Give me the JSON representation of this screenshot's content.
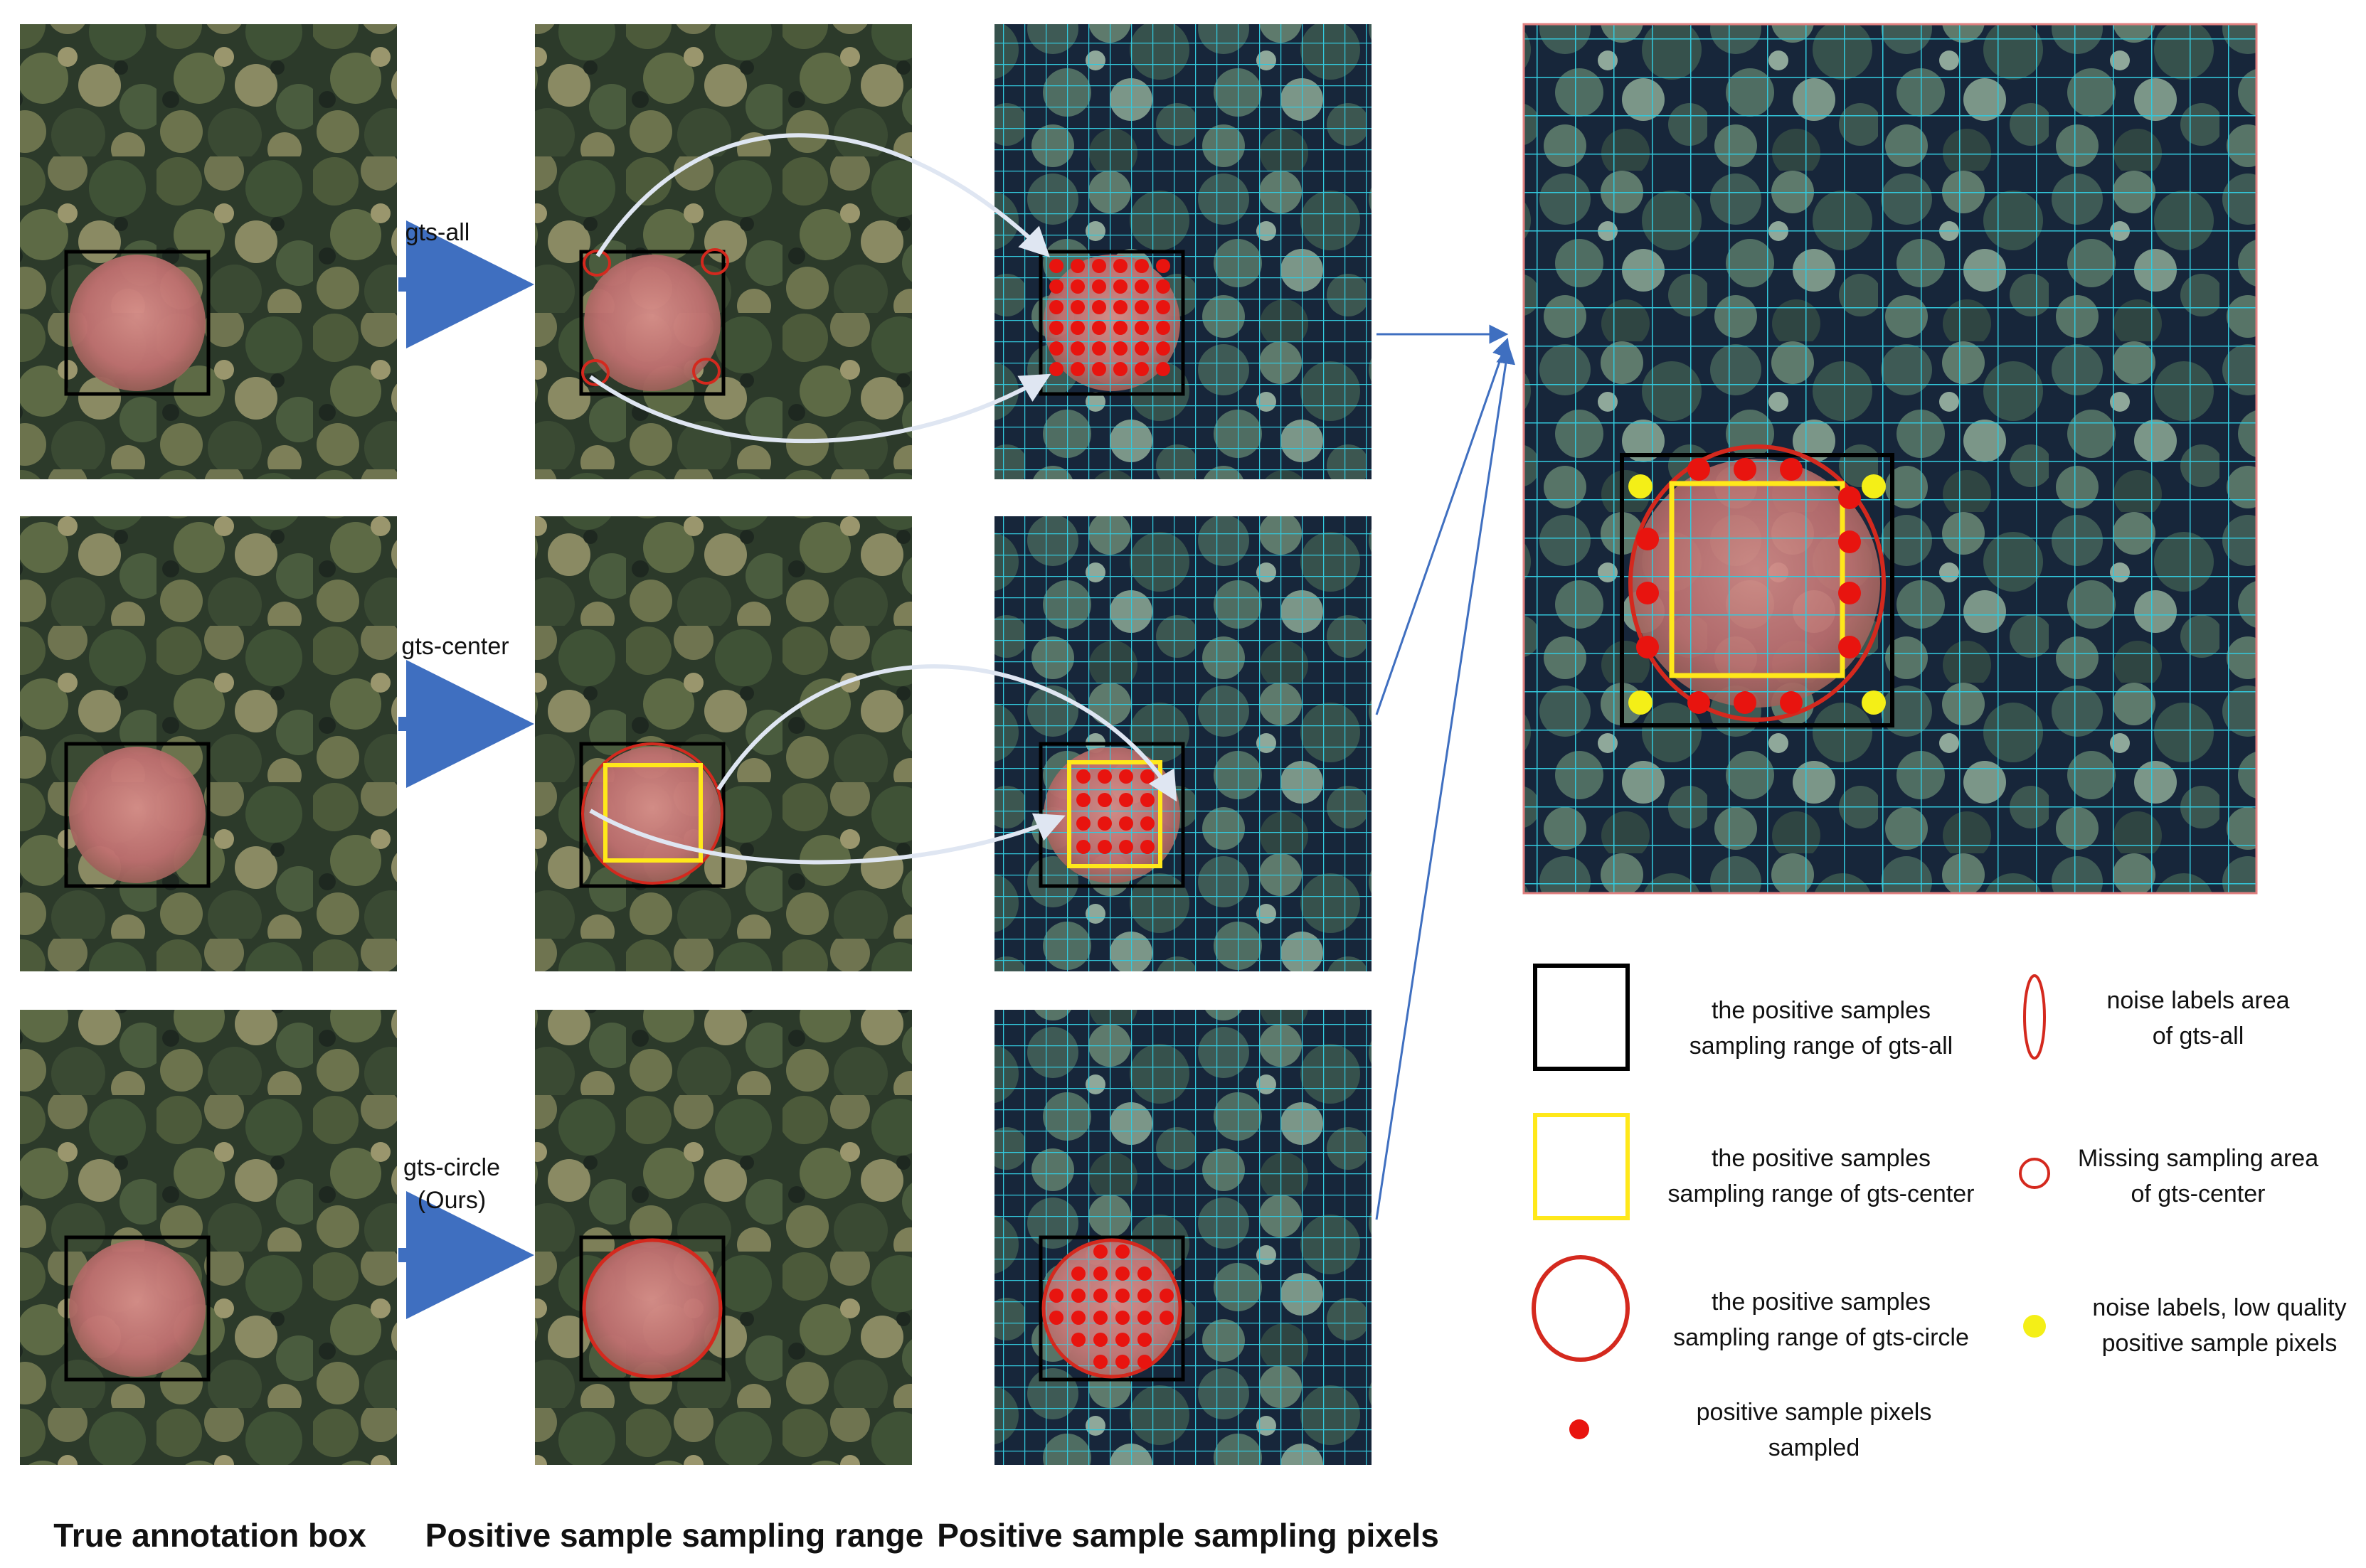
{
  "methods": [
    {
      "label_lines": [
        "gts-all"
      ]
    },
    {
      "label_lines": [
        "gts-center"
      ]
    },
    {
      "label_lines": [
        "gts-circle",
        "(Ours)"
      ]
    }
  ],
  "columns": [
    "True annotation box",
    "Positive sample sampling range",
    "Positive sample sampling pixels"
  ],
  "legend": [
    {
      "symbol": "black-square",
      "lines": [
        "the positive samples",
        "sampling range of gts-all"
      ]
    },
    {
      "symbol": "yellow-square",
      "lines": [
        "the positive samples",
        "sampling range of gts-center"
      ]
    },
    {
      "symbol": "red-circle",
      "lines": [
        "the positive samples",
        "sampling range of  gts-circle"
      ]
    },
    {
      "symbol": "red-dot",
      "lines": [
        "positive sample pixels",
        "sampled"
      ]
    },
    {
      "symbol": "red-ellipse",
      "lines": [
        "noise labels area",
        "of gts-all"
      ]
    },
    {
      "symbol": "small-red-circle",
      "lines": [
        "Missing sampling area",
        "of gts-center"
      ]
    },
    {
      "symbol": "yellow-dot",
      "lines": [
        "noise labels, low quality",
        "positive sample pixels"
      ]
    }
  ],
  "colors": {
    "arrow_blue": "#3f6fc0",
    "grid_cyan": "#33c9dd",
    "box_black": "#000000",
    "center_yellow": "#ffe81a",
    "circle_red": "#d4291e",
    "dot_red": "#e8140f",
    "dot_yellow": "#f4ef17",
    "canopy_pink": "#c97a76"
  }
}
